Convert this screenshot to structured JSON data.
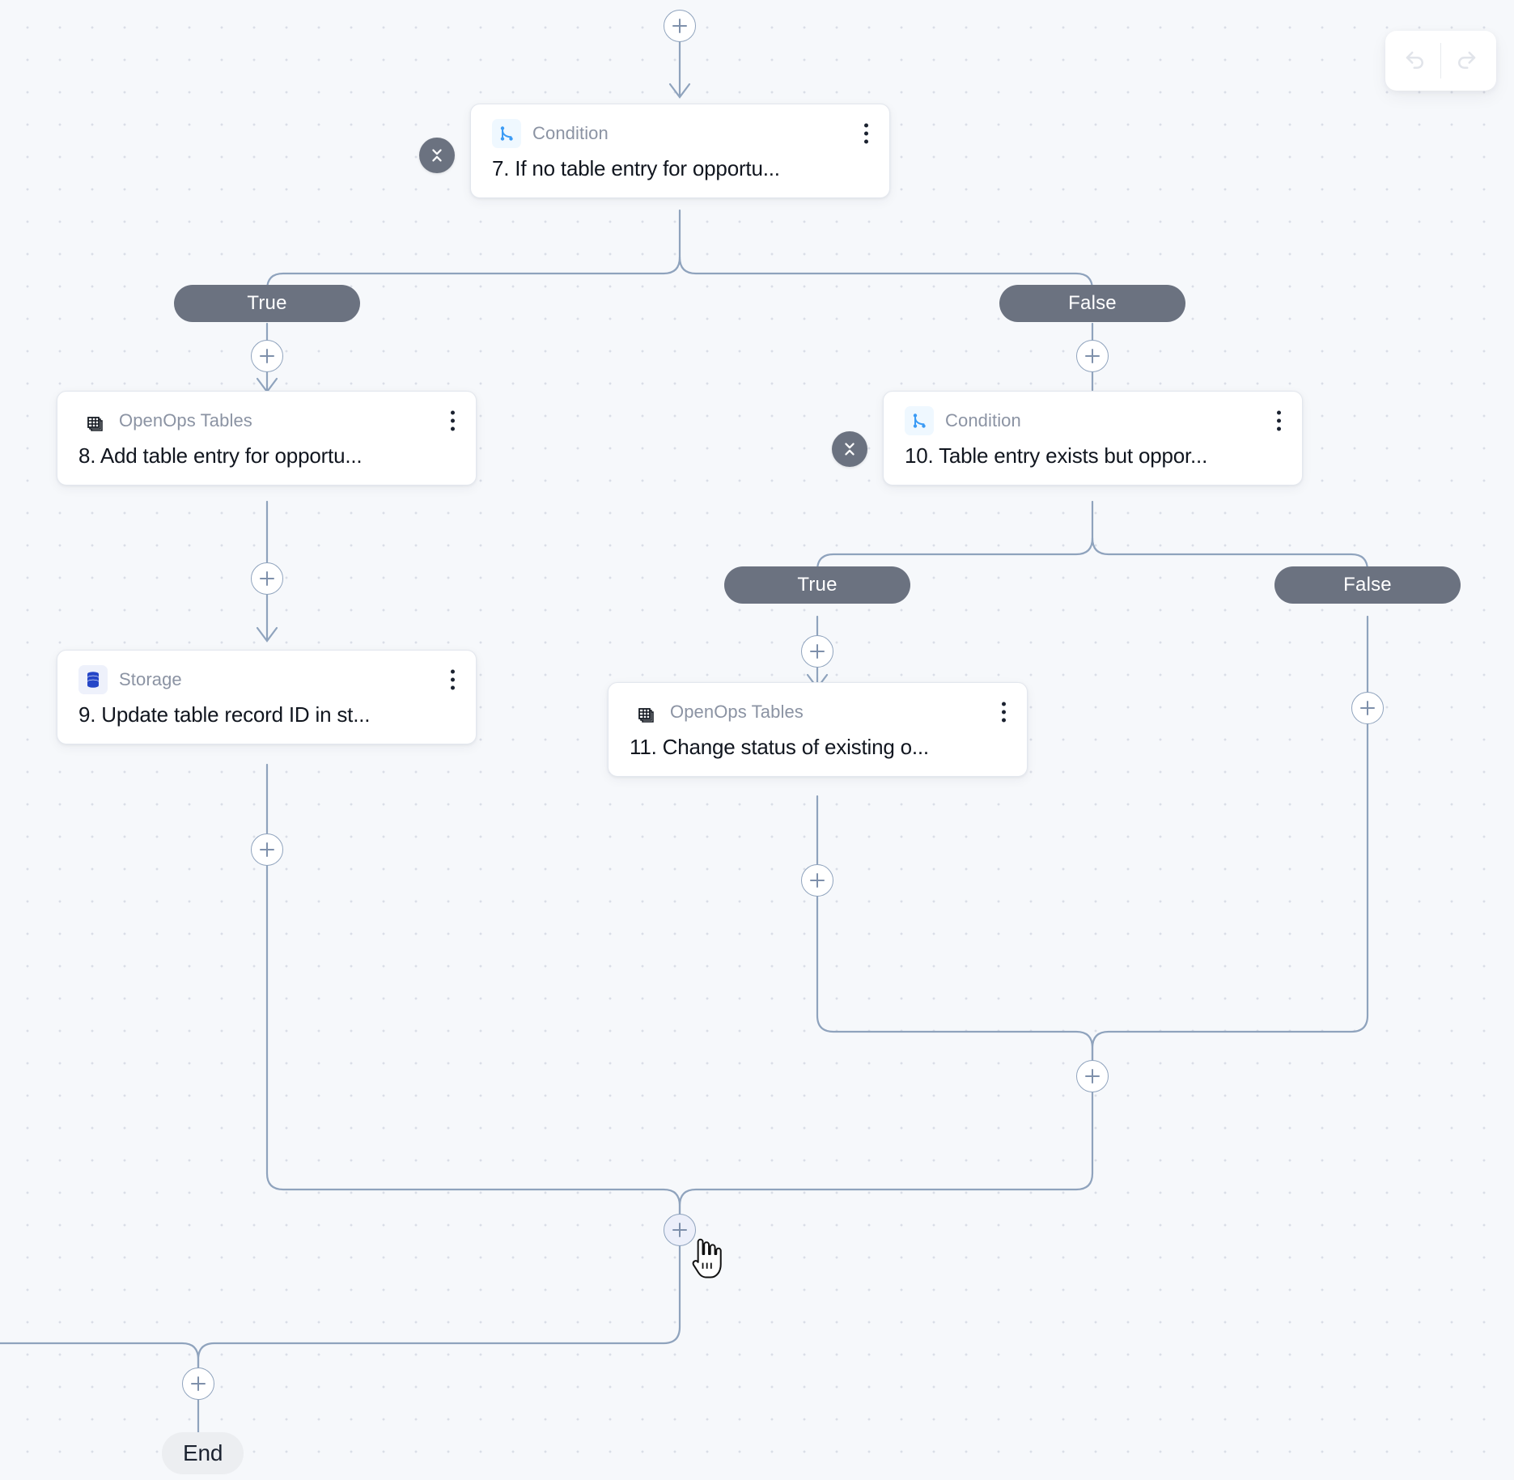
{
  "canvas": {
    "background_color": "#f6f8fb",
    "grid_dot_color": "#dadee7"
  },
  "toolbar": {
    "undo_label": "undo-arrow",
    "redo_label": "redo-arrow",
    "disabled_color": "#e4e7ec"
  },
  "nodes": [
    {
      "id": "n7",
      "type_label": "Condition",
      "icon": "condition-branch-icon",
      "title": "7. If no table entry for opportu...",
      "has_collapse": true,
      "menu": "kebab-menu-icon"
    },
    {
      "id": "n8",
      "type_label": "OpenOps Tables",
      "icon": "tables-stack-icon",
      "title": "8. Add table entry for opportu...",
      "has_collapse": false,
      "menu": "kebab-menu-icon"
    },
    {
      "id": "n9",
      "type_label": "Storage",
      "icon": "storage-database-icon",
      "title": "9. Update table record ID in st...",
      "has_collapse": false,
      "menu": "kebab-menu-icon"
    },
    {
      "id": "n10",
      "type_label": "Condition",
      "icon": "condition-branch-icon",
      "title": "10. Table entry exists but oppor...",
      "has_collapse": true,
      "menu": "kebab-menu-icon"
    },
    {
      "id": "n11",
      "type_label": "OpenOps Tables",
      "icon": "tables-stack-icon",
      "title": "11. Change status of existing o...",
      "has_collapse": false,
      "menu": "kebab-menu-icon"
    }
  ],
  "branches": {
    "c7_true": "True",
    "c7_false": "False",
    "c10_true": "True",
    "c10_false": "False"
  },
  "end": {
    "label": "End"
  },
  "add_buttons": {
    "label": "add-step",
    "count": 12,
    "hovered_index": 10
  },
  "colors": {
    "pill_bg": "#6b7280",
    "edge": "#8fa3bd",
    "node_border": "#e3e7ee",
    "type_text": "#8b93a3",
    "title_text": "#11161f",
    "condition_icon": "#3b9bf5",
    "storage_icon": "#2546c7",
    "plus_hover_bg": "#eceffa"
  }
}
